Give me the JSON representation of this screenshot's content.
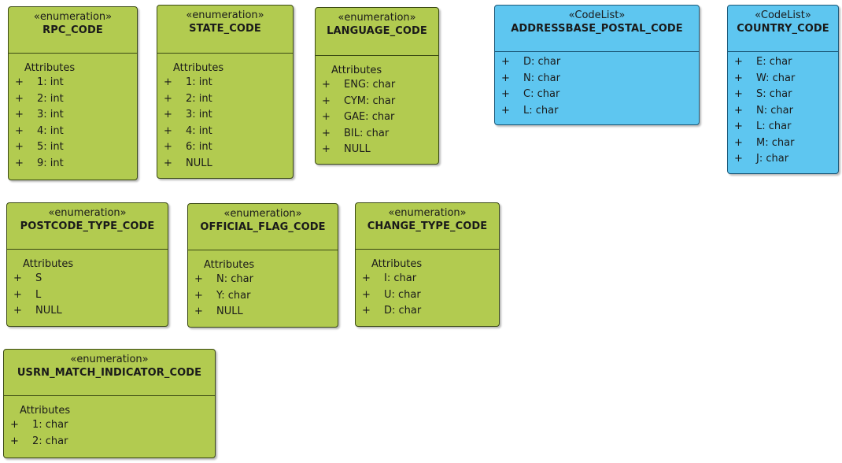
{
  "visibility_symbol": "+",
  "section_label": "Attributes",
  "boxes": [
    {
      "stereotype": "«enumeration»",
      "name": "RPC_CODE",
      "attributes": [
        "1: int",
        "2: int",
        "3: int",
        "4: int",
        "5: int",
        "9: int"
      ]
    },
    {
      "stereotype": "«enumeration»",
      "name": "STATE_CODE",
      "attributes": [
        "1: int",
        "2: int",
        "3: int",
        "4: int",
        "6: int",
        "NULL"
      ]
    },
    {
      "stereotype": "«enumeration»",
      "name": "LANGUAGE_CODE",
      "attributes": [
        "ENG: char",
        "CYM: char",
        "GAE: char",
        "BIL: char",
        "NULL"
      ]
    },
    {
      "stereotype": "«CodeList»",
      "name": "ADDRESSBASE_POSTAL_CODE",
      "attributes": [
        "D: char",
        "N: char",
        "C: char",
        "L: char"
      ]
    },
    {
      "stereotype": "«CodeList»",
      "name": "COUNTRY_CODE",
      "attributes": [
        "E: char",
        "W: char",
        "S: char",
        "N: char",
        "L: char",
        "M: char",
        "J: char"
      ]
    },
    {
      "stereotype": "«enumeration»",
      "name": "POSTCODE_TYPE_CODE",
      "attributes": [
        "S",
        "L",
        "NULL"
      ]
    },
    {
      "stereotype": "«enumeration»",
      "name": "OFFICIAL_FLAG_CODE",
      "attributes": [
        "N: char",
        "Y: char",
        "NULL"
      ]
    },
    {
      "stereotype": "«enumeration»",
      "name": "CHANGE_TYPE_CODE",
      "attributes": [
        "I: char",
        "U: char",
        "D: char"
      ]
    },
    {
      "stereotype": "«enumeration»",
      "name": "USRN_MATCH_INDICATOR_CODE",
      "attributes": [
        "1: char",
        "2: char"
      ]
    }
  ],
  "colors": {
    "enumeration_fill": "#b2cb50",
    "codelist_fill": "#5ec6f0"
  }
}
